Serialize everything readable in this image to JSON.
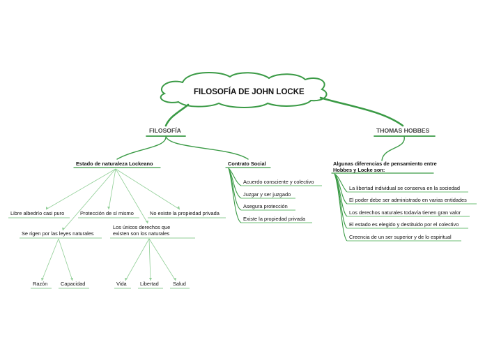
{
  "colors": {
    "branch": "#3a9a45",
    "thin": "#8fce95",
    "underline": "#6cbf76"
  },
  "root": {
    "title": "FILOSOFÍA DE JOHN LOCKE"
  },
  "filosofia": {
    "label": "FILOSOFÍA",
    "estado": {
      "label": "Estado de naturaleza Lockeano",
      "items": [
        "Libre albedrío casi puro",
        "Protección de sí mismo",
        "No existe la propiedad privada",
        "Se rigen por las leyes naturales",
        "Los únicos derechos que existen son los naturales"
      ],
      "leyes_children": [
        "Razón",
        "Capacidad"
      ],
      "derechos_children": [
        "Vida",
        "Libertad",
        "Salud"
      ]
    },
    "contrato": {
      "label": "Contrato Social",
      "items": [
        "Acuerdo consciente y colectivo",
        "Juzgar y ser juzgado",
        "Asegura  protección",
        "Existe la propiedad privada"
      ]
    }
  },
  "hobbes": {
    "label": "THOMAS HOBBES",
    "diferencias": {
      "label": "Algunas diferencias de pensamiento entre Hobbes y Locke son:",
      "items": [
        "La libertad individual se conserva en la sociedad",
        "El poder debe ser administrado en varias entidades",
        "Los derechos naturales todavía tienen gran valor",
        "El estado es elegido y destituido por el colectivo",
        "Creencia de un ser superior y de lo espiritual"
      ]
    }
  }
}
